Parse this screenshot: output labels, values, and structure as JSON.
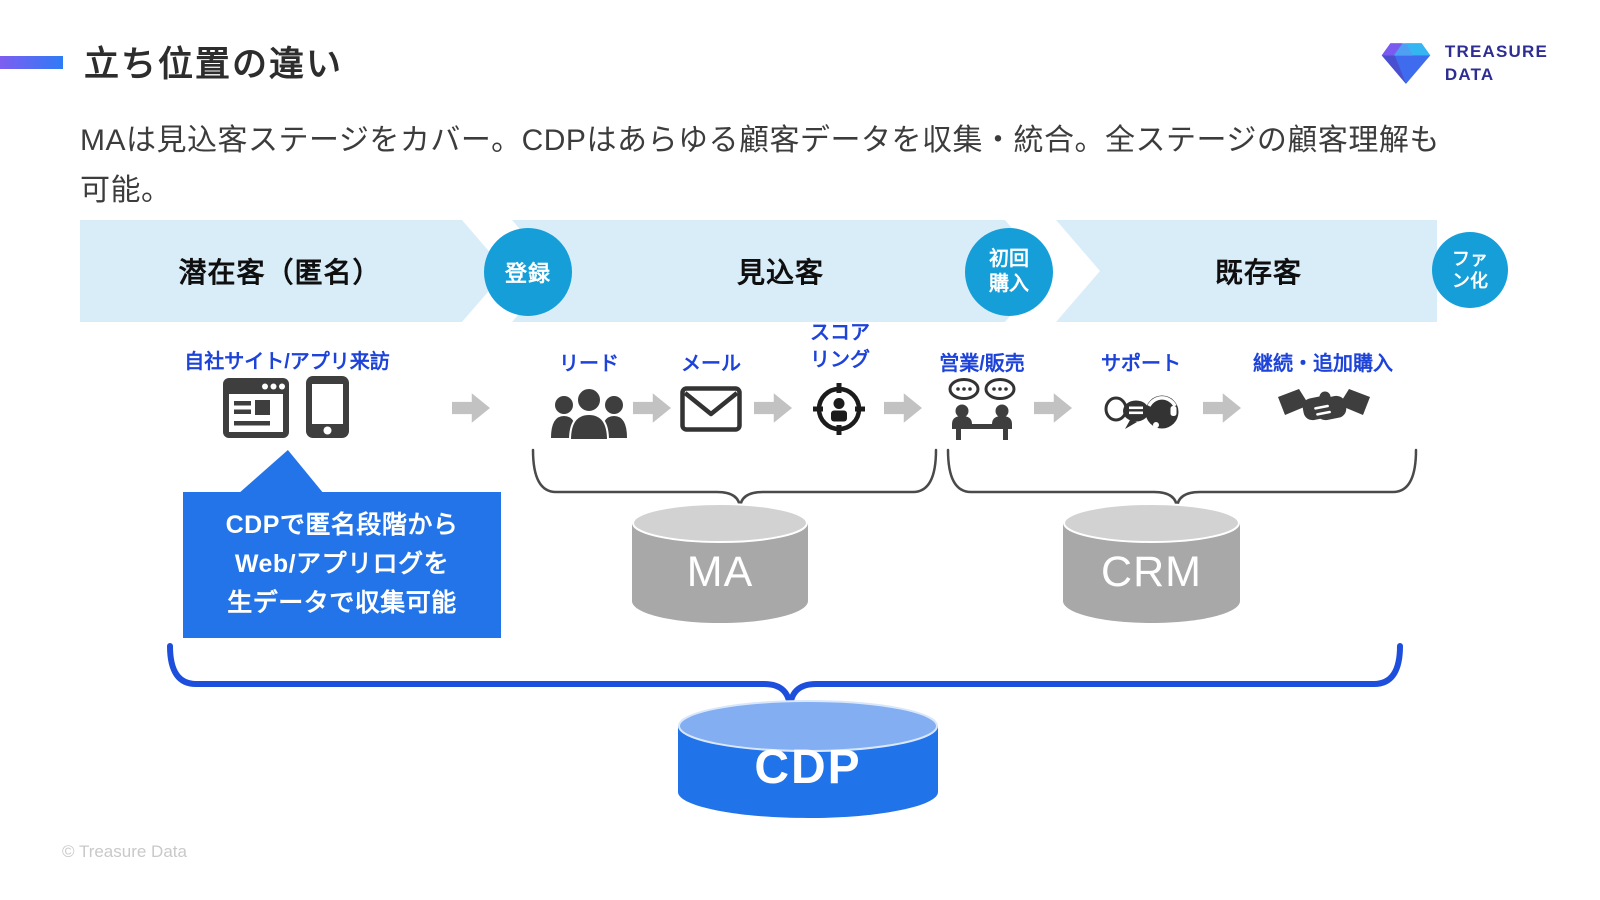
{
  "colors": {
    "accent-grad-start": "#7d5ef0",
    "accent-grad-end": "#2e7bf6",
    "title-text": "#2d2d2d",
    "subtitle-text": "#3c3c3c",
    "band-bg": "#d9edf9",
    "band-text": "#0f0f0f",
    "circle-blue": "#169ed9",
    "label-blue": "#1e43d8",
    "icon-dark": "#3e3e3e",
    "arrow-gray": "#c2c2c2",
    "callout-blue": "#2374e8",
    "brace-gray": "#4a4a4a",
    "brace-blue": "#1e4fdc",
    "cyl-gray-body": "#a8a8a8",
    "cyl-gray-top": "#d2d2d2",
    "cyl-blue-body": "#2173e9",
    "cyl-blue-top": "#83aef2",
    "logo-navy": "#2e2d92",
    "copyright-gray": "#c9c9c9"
  },
  "header": {
    "title": "立ち位置の違い"
  },
  "logo": {
    "line1": "TREASURE",
    "line2": "DATA"
  },
  "intro": {
    "line1": "MAは見込客ステージをカバー。CDPはあらゆる顧客データを収集・統合。全ステージの顧客理解も",
    "line2": "可能。"
  },
  "stages": [
    {
      "label": "潜在客（匿名）"
    },
    {
      "label": "見込客"
    },
    {
      "label": "既存客"
    }
  ],
  "transitions": [
    {
      "label": "登録"
    },
    {
      "label": "初回購入"
    },
    {
      "label": "ファン化"
    }
  ],
  "steps": [
    {
      "label": "自社サイト/アプリ来訪"
    },
    {
      "label": "リード"
    },
    {
      "label": "メール"
    },
    {
      "label": "スコアリング"
    },
    {
      "label": "営業/販売"
    },
    {
      "label": "サポート"
    },
    {
      "label": "継続・追加購入"
    }
  ],
  "callout": {
    "line1": "CDPで匿名段階から",
    "line2": "Web/アプリログを",
    "line3": "生データで収集可能"
  },
  "systems": {
    "ma": {
      "label": "MA"
    },
    "crm": {
      "label": "CRM"
    },
    "cdp": {
      "label": "CDP"
    }
  },
  "footer": {
    "copyright": "© Treasure Data"
  }
}
